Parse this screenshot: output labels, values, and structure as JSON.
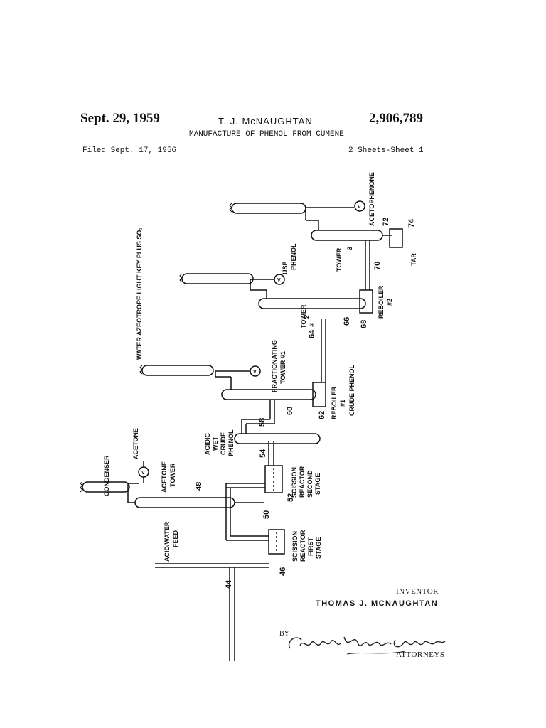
{
  "header": {
    "date": "Sept. 29, 1959",
    "inventor_header": "T. J. McNAUGHTAN",
    "patent_number": "2,906,789",
    "title": "MANUFACTURE OF PHENOL FROM CUMENE",
    "filed": "Filed Sept. 17, 1956",
    "sheets": "2 Sheets-Sheet 1"
  },
  "diagram": {
    "labels": {
      "condenser": "CONDENSER",
      "acetone": "ACETONE",
      "acetone_tower_1": "ACETONE",
      "acetone_tower_2": "TOWER",
      "acid_water_feed_1": "ACID/WATER",
      "acid_water_feed_2": "FEED",
      "ref_44": "44",
      "ref_46": "46",
      "ref_48": "48",
      "ref_50": "50",
      "ref_52": "52",
      "ref_54": "54",
      "ref_58": "58",
      "ref_60": "60",
      "ref_62": "62",
      "ref_64": "64",
      "ref_66": "66",
      "ref_68": "68",
      "ref_70": "70",
      "ref_72": "72",
      "ref_74": "74",
      "scission_first_1": "SCISSION",
      "scission_first_2": "REACTOR",
      "scission_first_3": "FIRST",
      "scission_first_4": "STAGE",
      "scission_second_1": "SCISSION",
      "scission_second_2": "REACTOR",
      "scission_second_3": "SECOND",
      "scission_second_4": "STAGE",
      "acidic_1": "ACIDIC",
      "acidic_2": "WET",
      "acidic_3": "CRUDE",
      "acidic_4": "PHENOL",
      "fract_1": "FRACTIONATING",
      "fract_2": "TOWER #1",
      "reboiler1_1": "REBOILER",
      "reboiler1_2": "#1",
      "crude_phenol": "CRUDE PHENOL",
      "water_azeotrope": "WATER AZEOTROPE LIGHT KEY PLUS SO₂",
      "tower2_1": "TOWER",
      "tower2_2": "#",
      "tower2_sub": "2",
      "usp_1": "USP",
      "usp_2": "PHENOL",
      "reboiler2_1": "REBOILER",
      "reboiler2_2": "#2",
      "tower3_1": "TOWER",
      "tower3_2": "3",
      "acetophenone": "ACETOPHENONE",
      "tar": "TAR",
      "valve": "V"
    }
  },
  "footer": {
    "inventor_label": "INVENTOR",
    "inventor_name": "THOMAS J. MCNAUGHTAN",
    "by": "BY",
    "signature": "Cushman, Darby & Cushman",
    "attorneys": "ATTORNEYS"
  }
}
